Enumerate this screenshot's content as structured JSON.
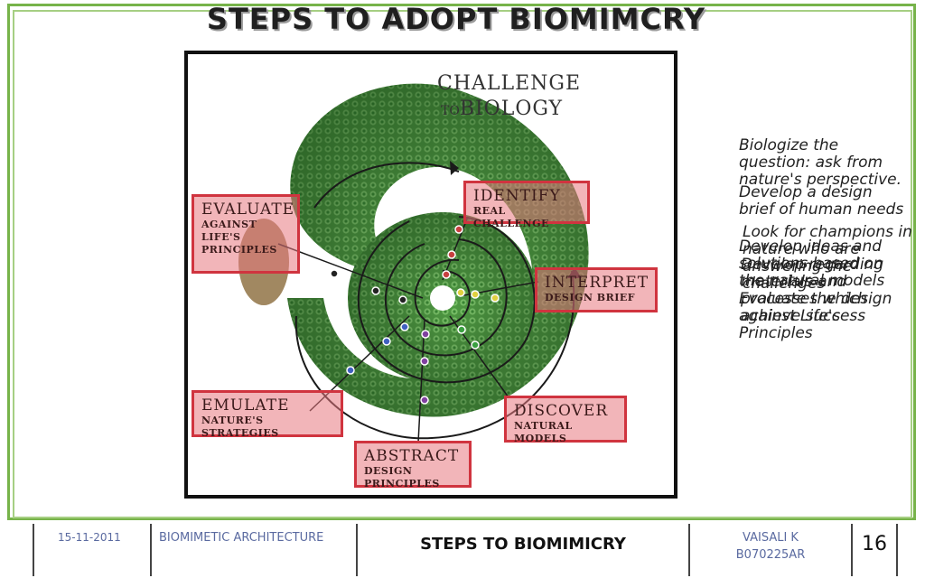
{
  "slide": {
    "title": "STEPS TO ADOPT BIOMIMCRY"
  },
  "diagram": {
    "heading_line1": "CHALLENGE",
    "heading_line2_to": "TO",
    "heading_line2_biology": "BIOLOGY",
    "steps": [
      {
        "id": "evaluate",
        "big": "EVALUATE",
        "small": [
          "AGAINST",
          "LIFE'S",
          "PRINCIPLES"
        ]
      },
      {
        "id": "identify",
        "big": "IDENTIFY",
        "small": [
          "REAL CHALLENGE"
        ]
      },
      {
        "id": "interpret",
        "big": "INTERPRET",
        "small": [
          "DESIGN BRIEF"
        ]
      },
      {
        "id": "discover",
        "big": "DISCOVER",
        "small": [
          "NATURAL MODELS"
        ]
      },
      {
        "id": "abstract",
        "big": "ABSTRACT",
        "small": [
          "DESIGN PRINCIPLES"
        ]
      },
      {
        "id": "emulate",
        "big": "EMULATE",
        "small": [
          "NATURE'S STRATEGIES"
        ]
      }
    ],
    "colors": {
      "box_fill": "#e87880",
      "box_border": "#d0343f",
      "shell": "#4f9a43",
      "shell_dark": "#2e6b2a"
    }
  },
  "notes": [
    "Biologize the question: ask from nature's perspective.",
    "Develop a design brief of human needs",
    "Develop ideas and solutions based on the natural models",
    "Look for champions in nature who are answering the challenges",
    "Evaluate the design against Life's Principles",
    "Develop regarding materials and processes which achieve success"
  ],
  "footer": {
    "date": "15-11-2011",
    "course": "BIOMIMETIC ARCHITECTURE",
    "topic": "STEPS TO BIOMIMICRY",
    "author": "VAISALI K",
    "id": "B070225AR",
    "page": "16"
  }
}
